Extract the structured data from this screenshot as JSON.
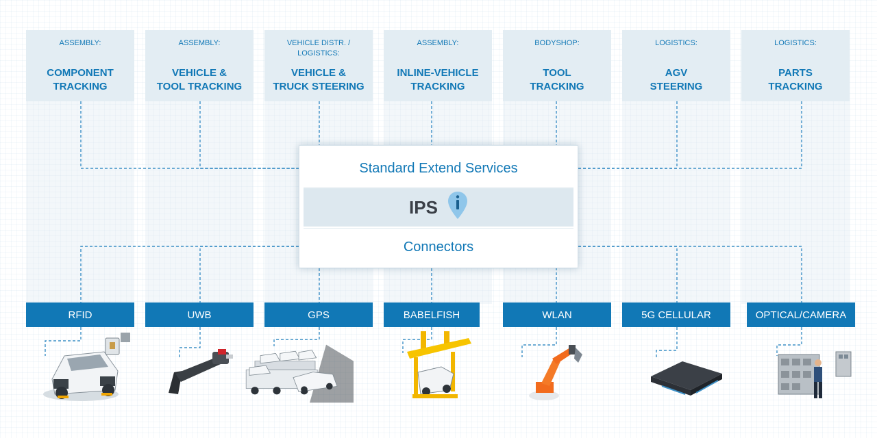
{
  "colors": {
    "accent_blue": "#1178b6",
    "tile_bg": "#e3edf3",
    "core_mid_bg": "#dde8ef",
    "dashed_line": "#3d90c6",
    "ips_text": "#3a3f47"
  },
  "use_cases": [
    {
      "category": "ASSEMBLY:",
      "title": "COMPONENT\nTRACKING"
    },
    {
      "category": "ASSEMBLY:",
      "title": "VEHICLE &\nTOOL TRACKING"
    },
    {
      "category": "VEHICLE DISTR. /\nLOGISTICS:",
      "title": "VEHICLE &\nTRUCK STEERING"
    },
    {
      "category": "ASSEMBLY:",
      "title": "INLINE-VEHICLE\nTRACKING"
    },
    {
      "category": "BODYSHOP:",
      "title": "TOOL\nTRACKING"
    },
    {
      "category": "LOGISTICS:",
      "title": "AGV\nSTEERING"
    },
    {
      "category": "LOGISTICS:",
      "title": "PARTS\nTRACKING"
    }
  ],
  "core": {
    "top_label": "Standard Extend Services",
    "middle_label": "IPS",
    "middle_icon": "location-pin-info-icon",
    "bottom_label": "Connectors"
  },
  "technologies": [
    {
      "label": "RFID",
      "illustration": "car-with-rfid-reader-illustration"
    },
    {
      "label": "UWB",
      "illustration": "power-tool-with-uwb-tag-illustration"
    },
    {
      "label": "GPS",
      "illustration": "car-transporter-truck-illustration"
    },
    {
      "label": "BABELFISH",
      "illustration": "car-on-assembly-hanger-illustration"
    },
    {
      "label": "WLAN",
      "illustration": "industrial-robot-arm-illustration"
    },
    {
      "label": "5G CELLULAR",
      "illustration": "agv-platform-illustration"
    },
    {
      "label": "OPTICAL/CAMERA",
      "illustration": "worker-at-parts-shelves-illustration"
    }
  ]
}
